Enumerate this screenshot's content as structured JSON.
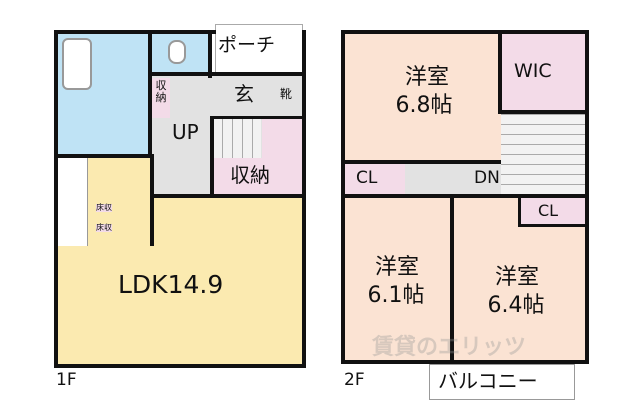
{
  "floor1": {
    "label": "1F",
    "rooms": {
      "porch": "ポーチ",
      "entrance": "玄",
      "shoe_storage": "靴",
      "storage_small": "収納",
      "hall_up": "UP",
      "storage": "収納",
      "floor_storage_1": "床収",
      "floor_storage_2": "床収",
      "ldk": "LDK14.9"
    }
  },
  "floor2": {
    "label": "2F",
    "rooms": {
      "room1_name": "洋室",
      "room1_size": "6.8帖",
      "wic": "WIC",
      "closet_left": "CL",
      "hall_dn": "DN",
      "closet_right": "CL",
      "room2_name": "洋室",
      "room2_size": "6.1帖",
      "room3_name": "洋室",
      "room3_size": "6.4帖",
      "balcony": "バルコニー"
    }
  },
  "watermark": "賃貸のエリッツ",
  "colors": {
    "wet_area": "#bfe3f5",
    "storage": "#f3dbe8",
    "hall": "#e2e2e2",
    "ldk": "#fbeab0",
    "bedroom": "#fbe3d3"
  }
}
